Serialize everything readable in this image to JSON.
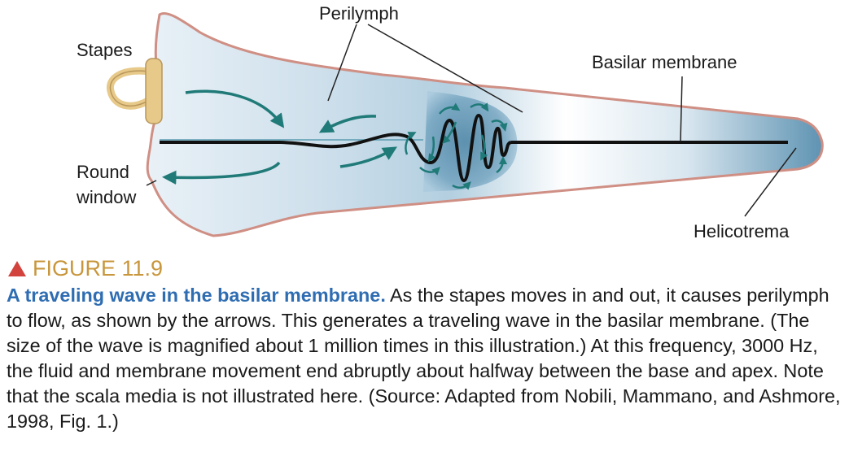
{
  "labels": {
    "perilymph": "Perilymph",
    "stapes": "Stapes",
    "basilar_membrane": "Basilar membrane",
    "round_window": "Round\nwindow",
    "helicotrema": "Helicotrema"
  },
  "figure": {
    "number": "FIGURE 11.9",
    "title": "A traveling wave in the basilar membrane.",
    "text": " As the stapes moves in and out, it causes perilymph to flow, as shown by the arrows. This generates a traveling wave in the basilar membrane. (The size of the wave is magnified about 1 million times in this illustration.) At this frequency, 3000 Hz, the fluid and membrane movement end abruptly about halfway between the base and apex. Note that the scala media is not illustrated here. (Source: Adapted from Nobili, Mammano, and Ashmore, 1998, Fig. 1.)"
  },
  "colors": {
    "outline": "#cf8f84",
    "fluid_light": "#eef4f9",
    "fluid_dark": "#5e93b2",
    "arrow": "#1f7a78",
    "stapes": "#e7c98a",
    "membrane": "#111111",
    "figure_number": "#c8963c",
    "figure_triangle": "#d2433d",
    "caption_title": "#2f6db2"
  }
}
